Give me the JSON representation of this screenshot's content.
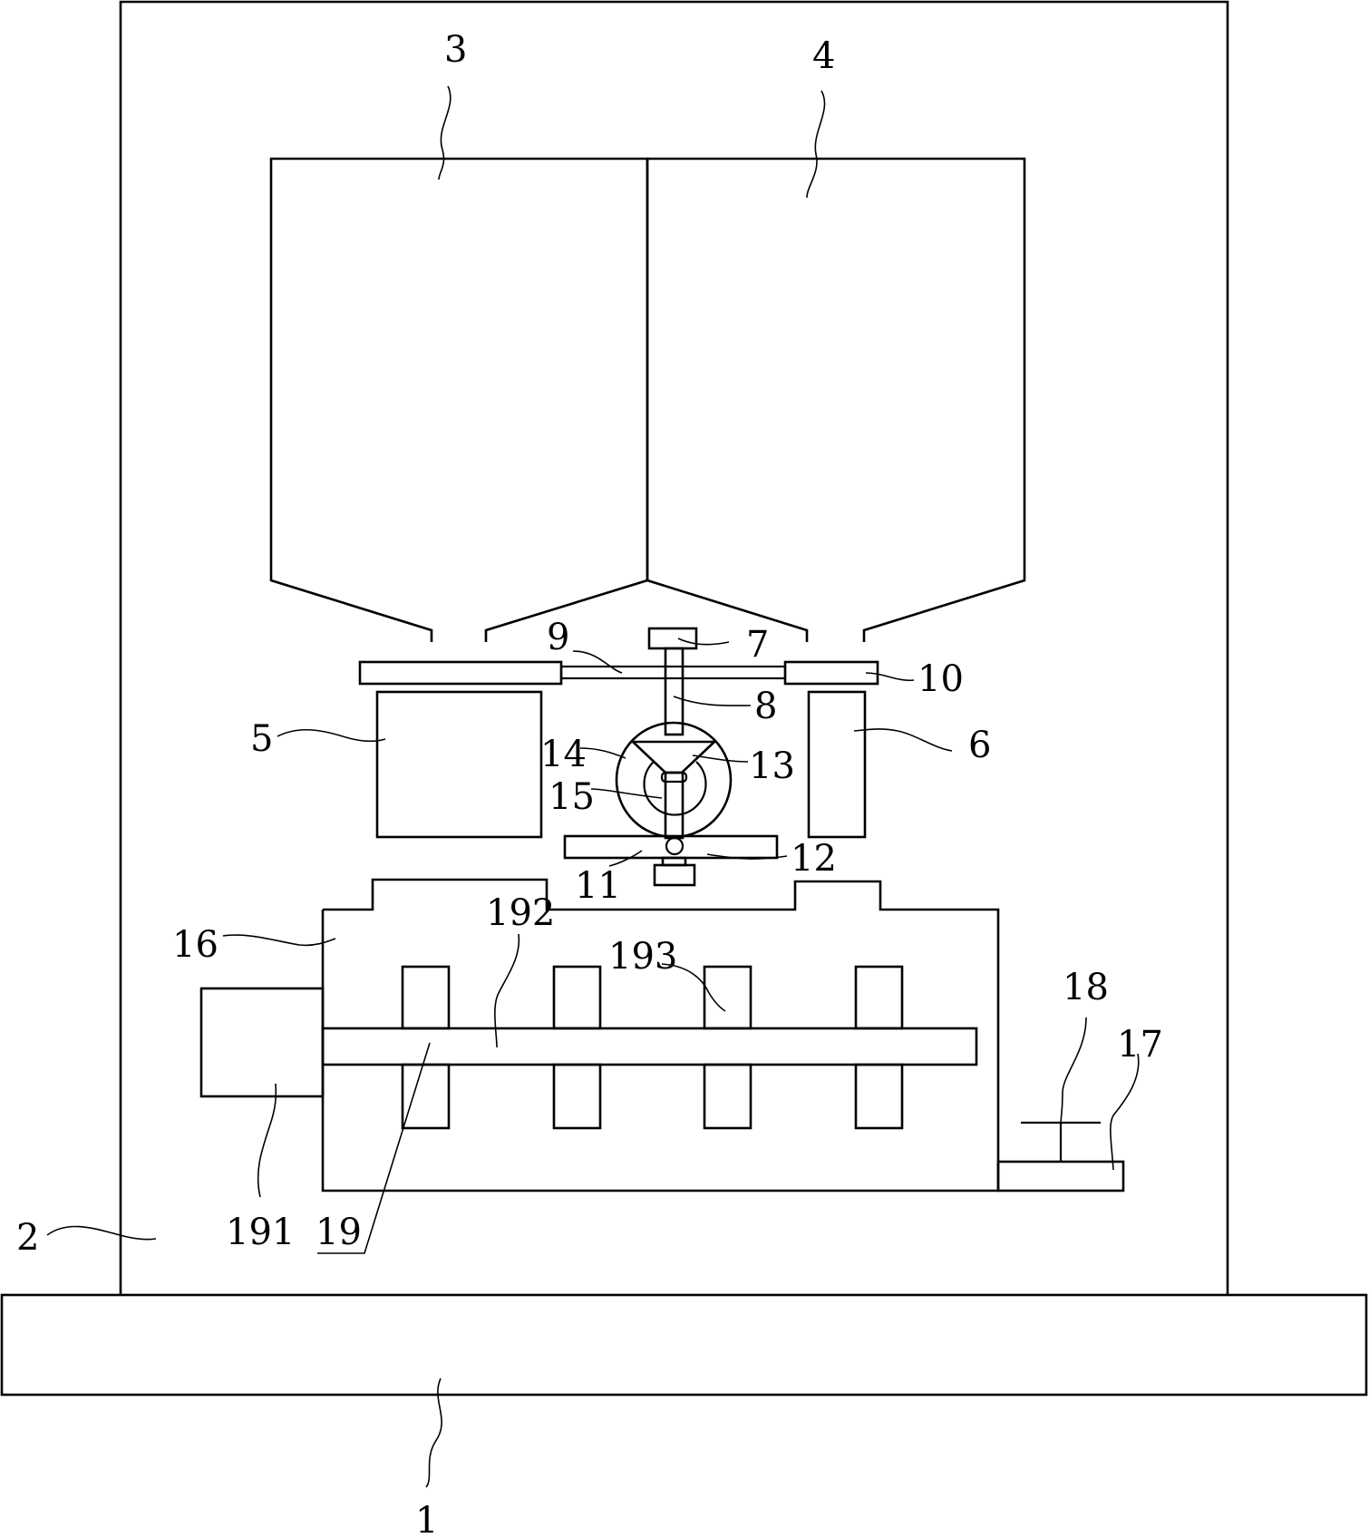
{
  "labels": {
    "l1": "1",
    "l2": "2",
    "l3": "3",
    "l4": "4",
    "l5": "5",
    "l6": "6",
    "l7": "7",
    "l8": "8",
    "l9": "9",
    "l10": "10",
    "l11": "11",
    "l12": "12",
    "l13": "13",
    "l14": "14",
    "l15": "15",
    "l16": "16",
    "l17": "17",
    "l18": "18",
    "l19": "19",
    "l191": "191",
    "l192": "192",
    "l193": "193"
  }
}
